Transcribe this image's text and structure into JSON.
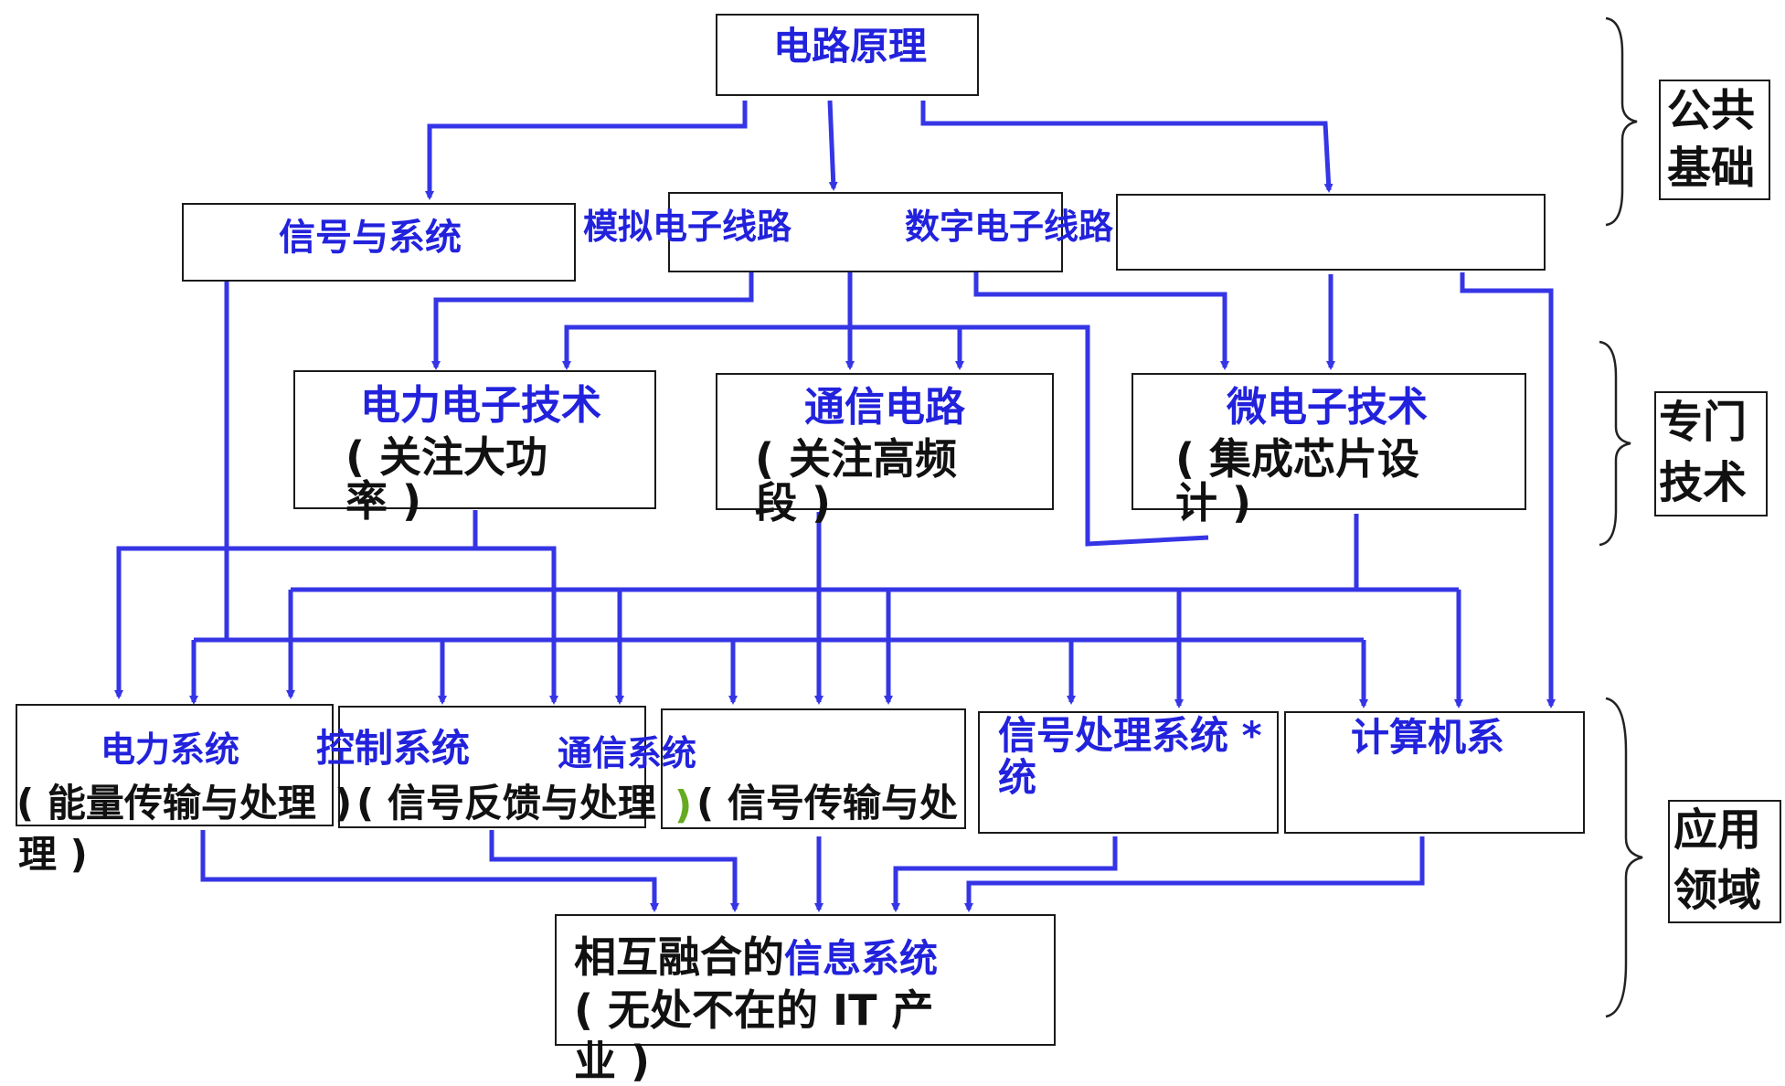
{
  "colors": {
    "arrow": "#3535e6",
    "blue_text": "#2222dd",
    "black_text": "#111111",
    "green_paren": "#66aa22"
  },
  "top": {
    "circuit_theory": "电路原理"
  },
  "basics": {
    "signals_systems": "信号与系统",
    "analog": "模拟电子线路",
    "digital": "数字电子线路"
  },
  "special": {
    "power_electronics": {
      "title": "电力电子技术",
      "note": "( 关注大功率 )"
    },
    "comm_circuits": {
      "title": "通信电路",
      "note": "( 关注高频段 )"
    },
    "microelectronics": {
      "title": "微电子技术",
      "note": "( 集成芯片设计 )"
    }
  },
  "apps": {
    "power_sys": {
      "title": "电力系统",
      "note_a": "( 能量传输与处理",
      "note_b": "理 )"
    },
    "control_sys": {
      "title": "控制系统",
      "note_paren": ")",
      "note": "( 信号反馈与处理"
    },
    "comm_sys": {
      "title": "通信系统",
      "paren_green": ")",
      "note": "( 信号传输与处"
    },
    "sigproc_sys": {
      "title_a": "信号处理系统 *",
      "title_b": "统"
    },
    "computer_sys": {
      "title": "计算机系"
    }
  },
  "bottom": {
    "prefix": "相互融合的",
    "info_sys": "信息系统",
    "note_a": "( 无处不在的 IT 产",
    "note_b": "业 )"
  },
  "side_labels": {
    "public_basis": [
      "公共",
      "基础"
    ],
    "special_tech": [
      "专门",
      "技术"
    ],
    "app_field": [
      "应用",
      "领域"
    ]
  }
}
